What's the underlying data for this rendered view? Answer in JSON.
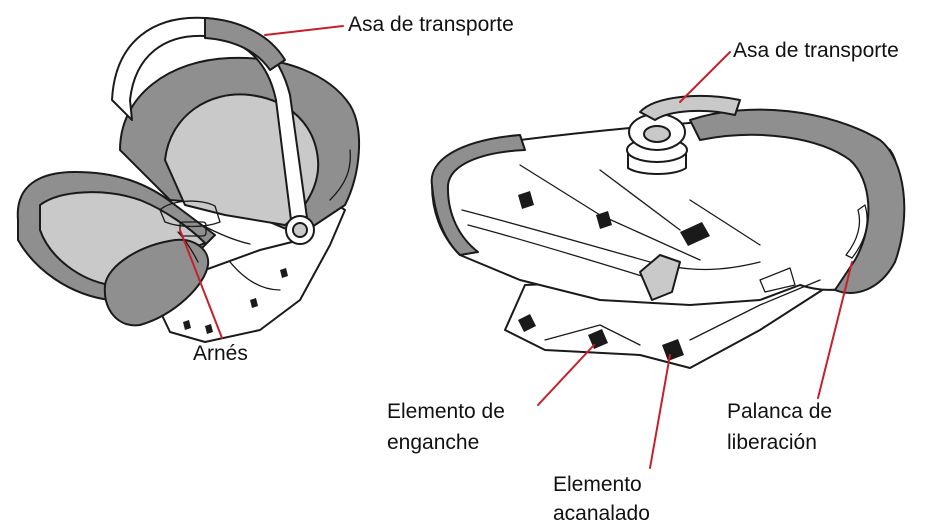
{
  "labels": {
    "carry_handle_left": "Asa de transporte",
    "carry_handle_right": "Asa de transporte",
    "harness": "Arnés",
    "hook_element_line1": "Elemento de",
    "hook_element_line2": "enganche",
    "grooved_element_line1": "Elemento",
    "grooved_element_line2": "acanalado",
    "release_lever_line1": "Palanca de",
    "release_lever_line2": "liberación"
  },
  "colors": {
    "leader_line": "#c8202a",
    "fabric_dark": "#8f8f8f",
    "fabric_light": "#c9c9c9",
    "shell": "#ffffff",
    "outline": "#1a1a1a"
  }
}
